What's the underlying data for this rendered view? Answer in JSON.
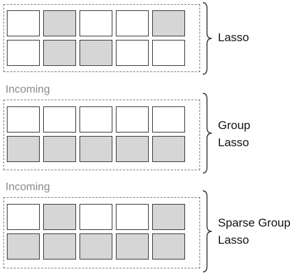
{
  "panels": [
    {
      "heading": "",
      "label_lines": [
        "Lasso"
      ],
      "rows": [
        [
          false,
          true,
          false,
          false,
          true
        ],
        [
          false,
          true,
          true,
          false,
          false
        ]
      ]
    },
    {
      "heading": "Incoming",
      "label_lines": [
        "Group",
        "Lasso"
      ],
      "rows": [
        [
          false,
          false,
          false,
          false,
          false
        ],
        [
          true,
          true,
          true,
          true,
          true
        ]
      ]
    },
    {
      "heading": "Incoming",
      "label_lines": [
        "Sparse Group",
        "Lasso"
      ],
      "rows": [
        [
          false,
          true,
          false,
          false,
          true
        ],
        [
          true,
          true,
          true,
          true,
          true
        ]
      ]
    }
  ],
  "colors": {
    "active_cell": "#d6d6d6",
    "inactive_cell": "#ffffff",
    "cell_border": "#3a3a3a",
    "heading_text": "#8a8a8a"
  }
}
